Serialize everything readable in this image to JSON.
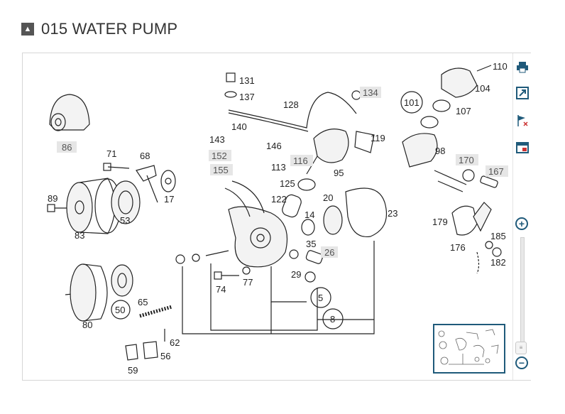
{
  "header": {
    "title": "015 WATER PUMP",
    "collapse_icon": "collapse-icon"
  },
  "toolbar": {
    "icons": [
      "print-icon",
      "open-external-icon",
      "flag-remove-icon",
      "window-close-icon"
    ],
    "zoom_in": "+",
    "zoom_out": "−",
    "slider_grip": "≡",
    "zoom_level": 0.0
  },
  "callouts": {
    "p131": "131",
    "p137": "137",
    "p128": "128",
    "p134": "134",
    "p110": "110",
    "p104": "104",
    "p101": "101",
    "p107": "107",
    "p86": "86",
    "p140": "140",
    "p143": "143",
    "p146": "146",
    "p119": "119",
    "p98": "98",
    "p71": "71",
    "p68": "68",
    "p152": "152",
    "p113": "113",
    "p116": "116",
    "p95": "95",
    "p170": "170",
    "p155": "155",
    "p167": "167",
    "p125": "125",
    "p89": "89",
    "p17": "17",
    "p122": "122",
    "p20": "20",
    "p14": "14",
    "p23": "23",
    "p179": "179",
    "p83": "83",
    "p53": "53",
    "p185": "185",
    "p35": "35",
    "p26": "26",
    "p176": "176",
    "p182": "182",
    "p29": "29",
    "p74": "74",
    "p77": "77",
    "p5": "5",
    "p50": "50",
    "p65": "65",
    "p8": "8",
    "p80": "80",
    "p62": "62",
    "p56": "56",
    "p59": "59"
  },
  "highlighted_parts": [
    "86",
    "134",
    "152",
    "155",
    "116",
    "170",
    "167",
    "26"
  ],
  "colors": {
    "accent": "#1f5a7a",
    "highlight": "#e6e6e6",
    "header_button": "#555555"
  }
}
